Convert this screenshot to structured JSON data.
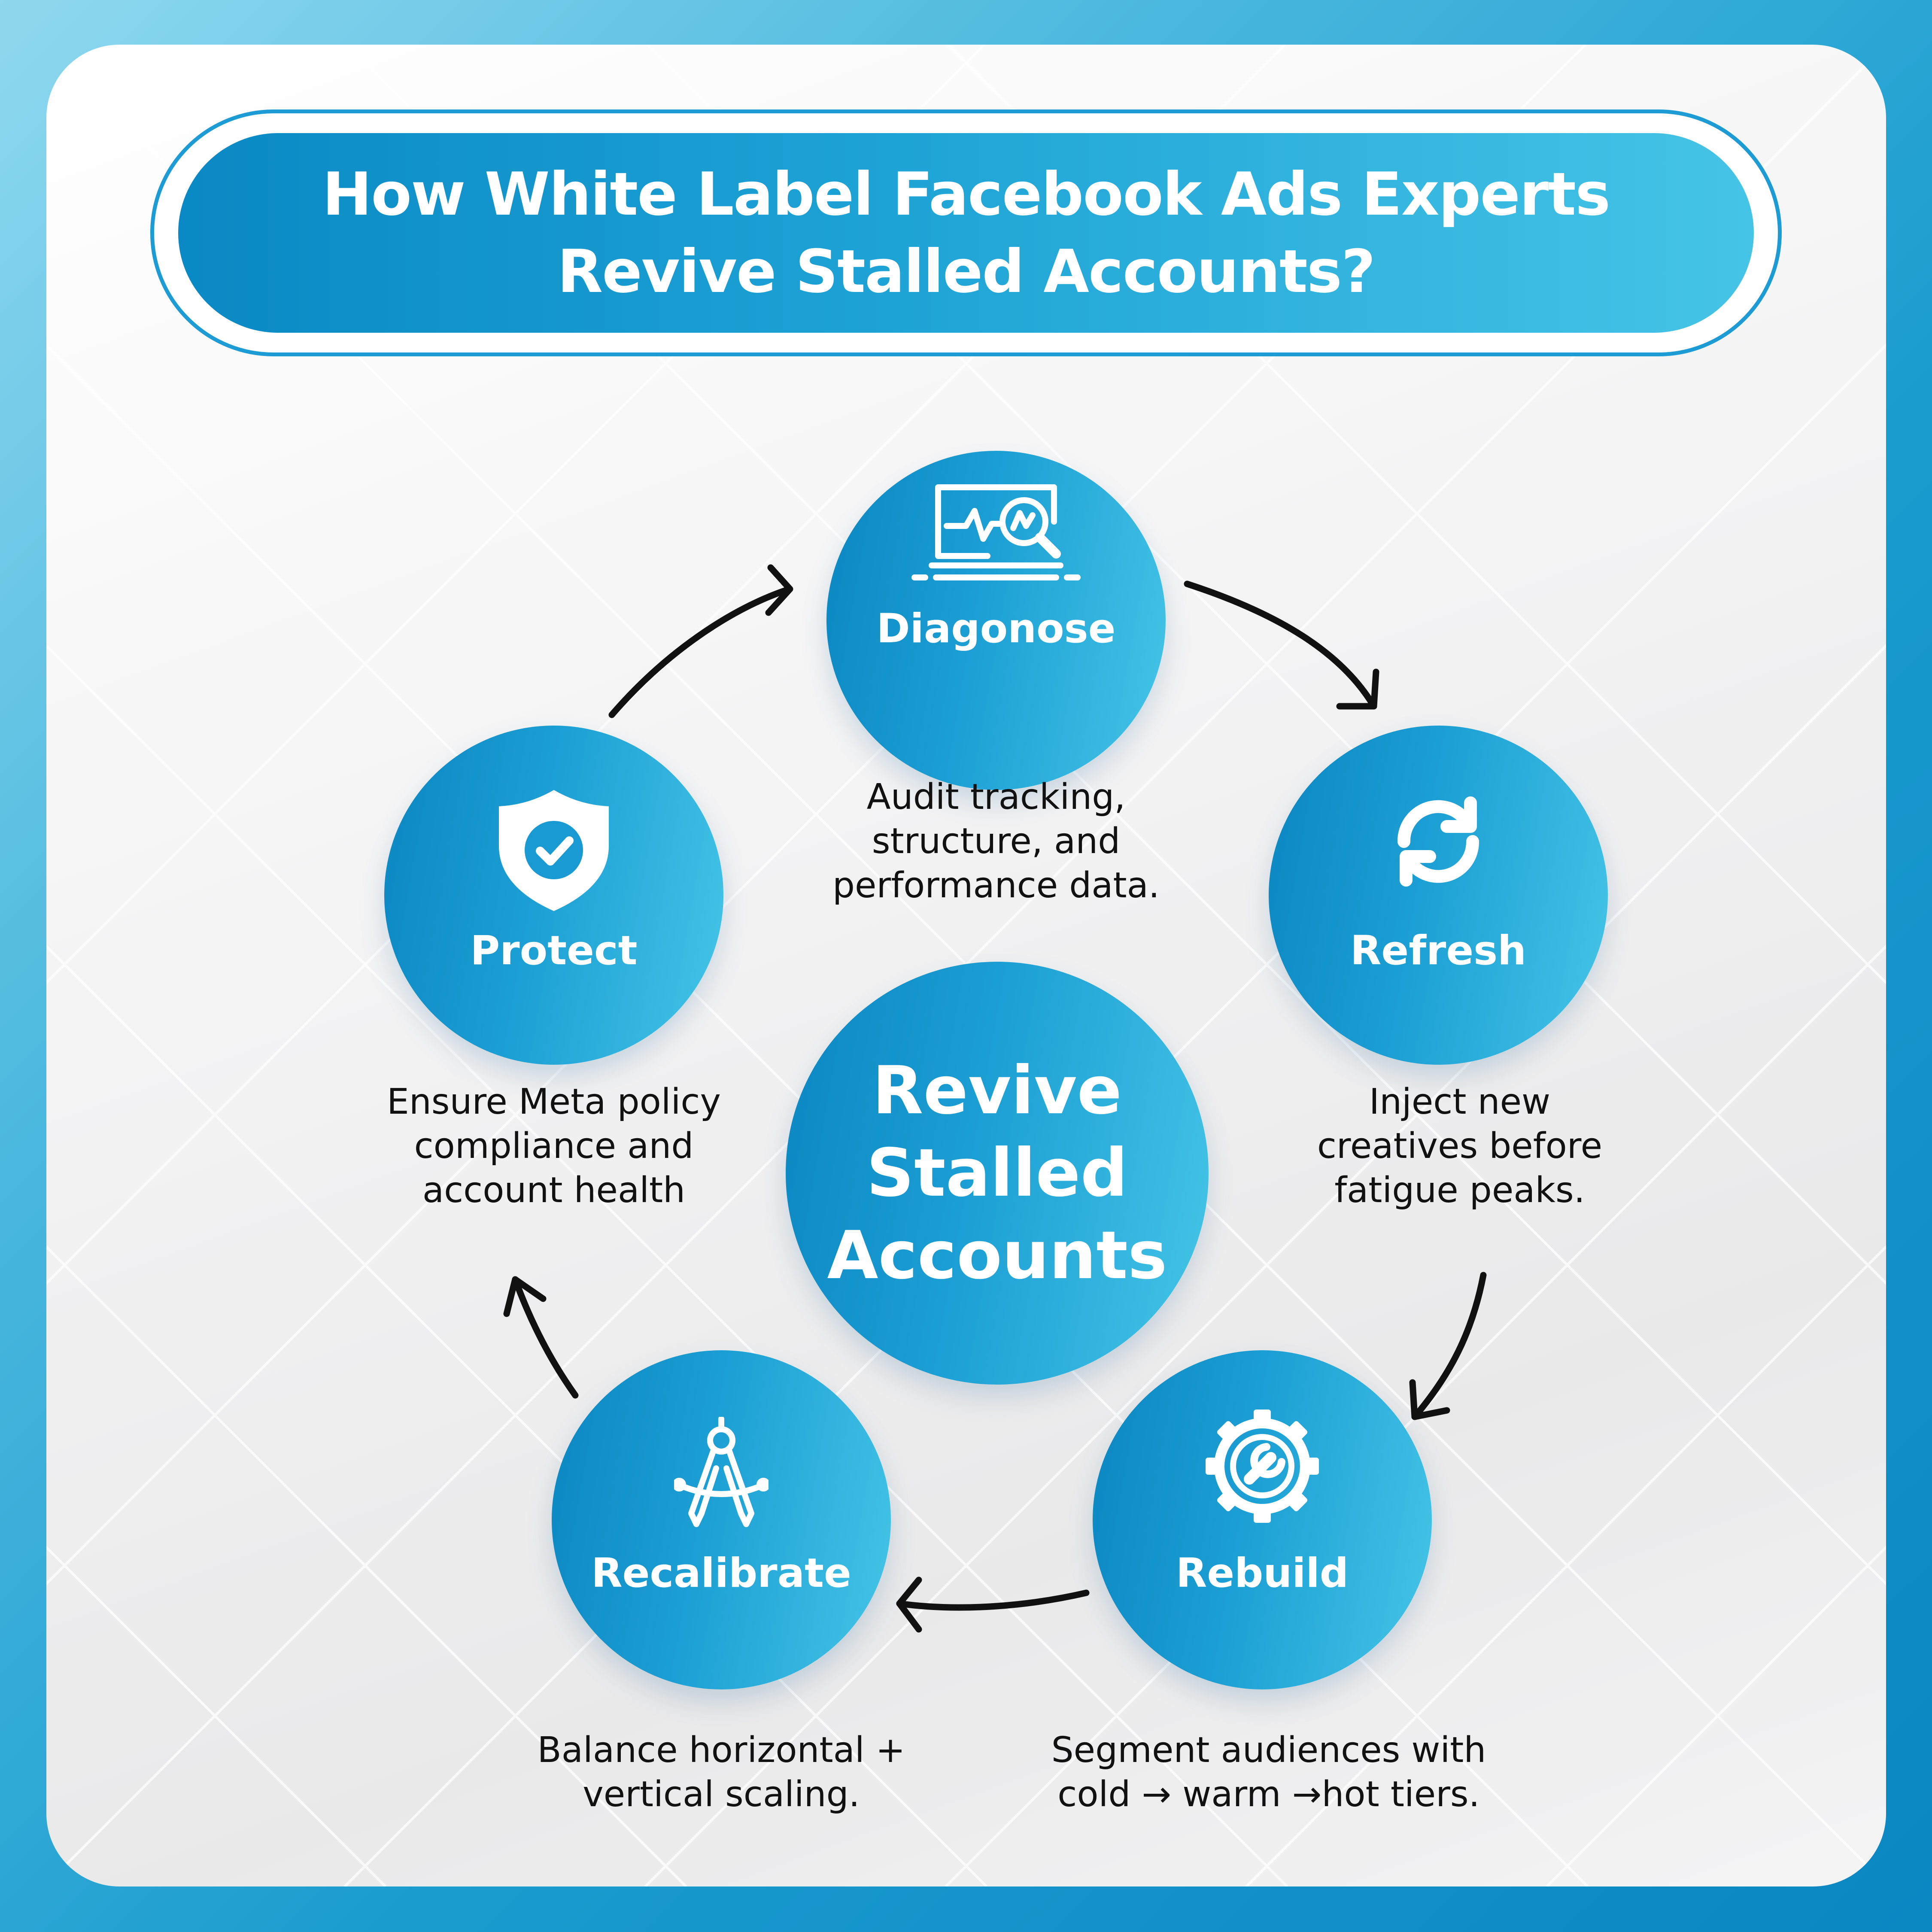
{
  "title": {
    "line1": "How White Label Facebook Ads Experts",
    "line2": "Revive Stalled Accounts?"
  },
  "center": {
    "text": "Revive\nStalled\nAccounts"
  },
  "steps": [
    {
      "label": "Diagonose",
      "icon": "laptop-analytics-icon",
      "description": "Audit tracking,\nstructure, and\nperformance data."
    },
    {
      "label": "Refresh",
      "icon": "refresh-icon",
      "description": "Inject new\ncreatives before\nfatigue peaks."
    },
    {
      "label": "Rebuild",
      "icon": "gear-wrench-icon",
      "description": "Segment audiences with\ncold → warm →hot tiers."
    },
    {
      "label": "Recalibrate",
      "icon": "compass-icon",
      "description": "Balance horizontal +\nvertical scaling."
    },
    {
      "label": "Protect",
      "icon": "shield-check-icon",
      "description": "Ensure Meta policy\ncompliance and\naccount health"
    }
  ],
  "colors": {
    "accent": "#1c9fd4",
    "accent_dark": "#0b86c2",
    "accent_light": "#45c5e7",
    "text": "#111111",
    "arrow": "#111111"
  }
}
